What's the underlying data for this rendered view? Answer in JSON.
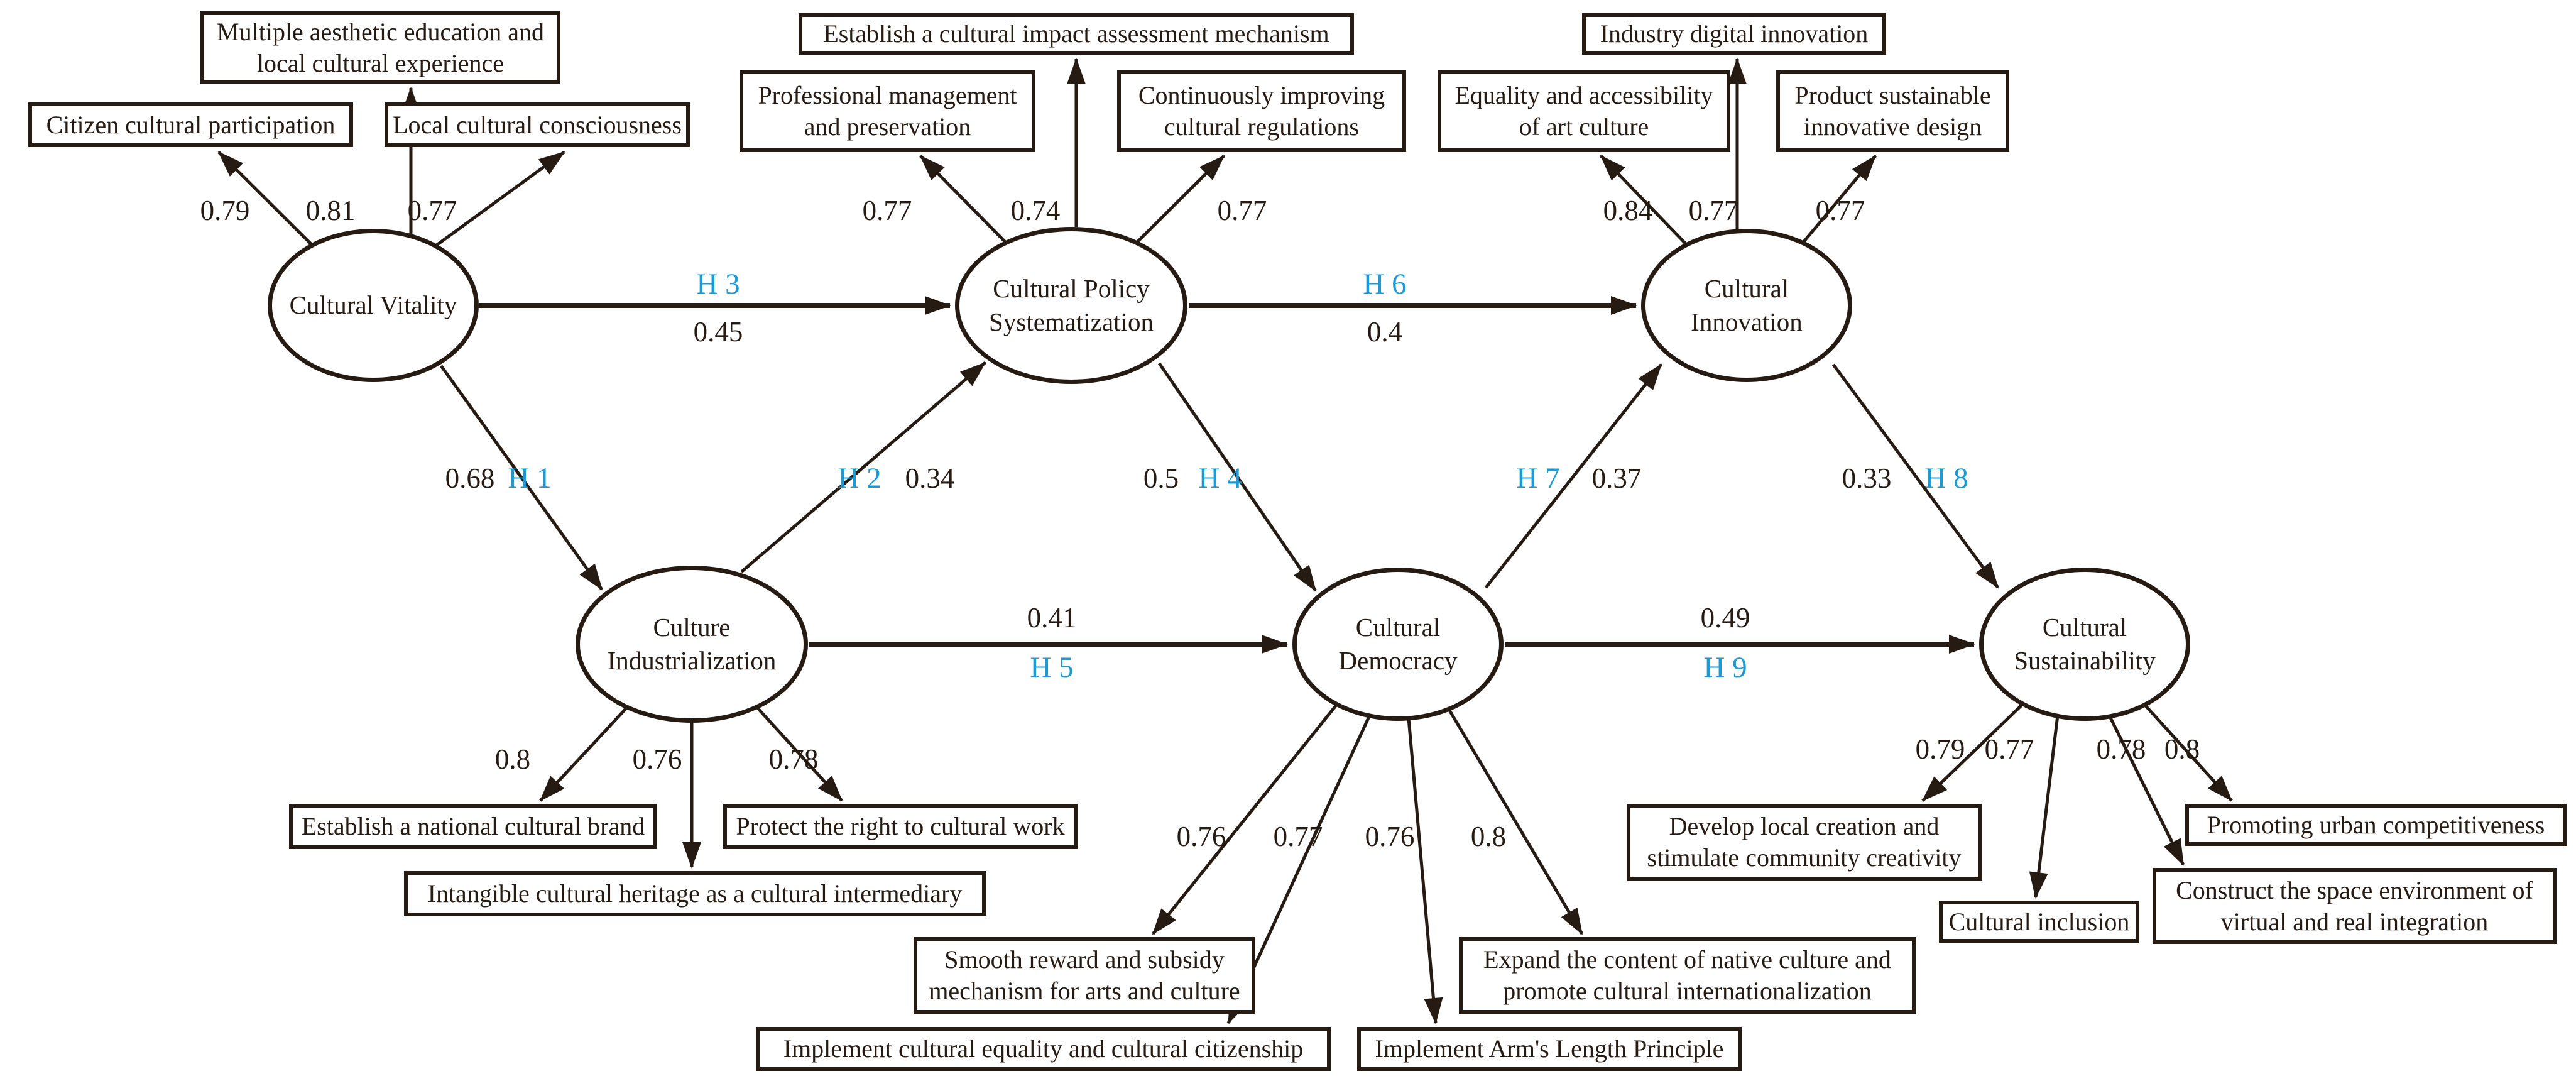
{
  "colors": {
    "ink": "#261b13",
    "hypothesis_blue": "#1b9ad6",
    "background": "#ffffff"
  },
  "latents": [
    {
      "label": "Cultural Vitality"
    },
    {
      "label": "Cultural Policy\nSystematization"
    },
    {
      "label": "Cultural\nInnovation"
    },
    {
      "label": "Culture\nIndustrialization"
    },
    {
      "label": "Cultural\nDemocracy"
    },
    {
      "label": "Cultural\nSustainability"
    }
  ],
  "indicators": [
    {
      "label": "Multiple aesthetic education and\nlocal cultural experience",
      "loading": "0.81"
    },
    {
      "label": "Citizen cultural participation",
      "loading": "0.79"
    },
    {
      "label": "Local cultural consciousness",
      "loading": "0.77"
    },
    {
      "label": "Establish a cultural impact assessment mechanism",
      "loading": "0.74"
    },
    {
      "label": "Professional management\nand preservation",
      "loading": "0.77"
    },
    {
      "label": "Continuously improving\ncultural regulations",
      "loading": "0.77"
    },
    {
      "label": "Industry digital innovation",
      "loading": "0.77"
    },
    {
      "label": "Equality and accessibility\nof art culture",
      "loading": "0.84"
    },
    {
      "label": "Product sustainable\ninnovative design",
      "loading": "0.77"
    },
    {
      "label": "Establish a national cultural brand",
      "loading": "0.8"
    },
    {
      "label": "Intangible cultural heritage as a cultural intermediary",
      "loading": "0.76"
    },
    {
      "label": "Protect the right to cultural work",
      "loading": "0.78"
    },
    {
      "label": "Smooth reward and subsidy\nmechanism for arts and culture",
      "loading": "0.76"
    },
    {
      "label": "Implement cultural equality and cultural citizenship",
      "loading": "0.77"
    },
    {
      "label": "Implement Arm's Length Principle",
      "loading": "0.76"
    },
    {
      "label": "Expand the content of native culture and\npromote cultural internationalization",
      "loading": "0.8"
    },
    {
      "label": "Develop local creation and\nstimulate community creativity",
      "loading": "0.79"
    },
    {
      "label": "Cultural inclusion",
      "loading": "0.77"
    },
    {
      "label": "Construct the space environment of\nvirtual and real integration",
      "loading": "0.78"
    },
    {
      "label": "Promoting urban competitiveness",
      "loading": "0.8"
    }
  ],
  "paths": [
    {
      "hypothesis": "H 1",
      "coefficient": "0.68",
      "from": "Cultural Vitality",
      "to": "Culture Industrialization"
    },
    {
      "hypothesis": "H 2",
      "coefficient": "0.34",
      "from": "Culture Industrialization",
      "to": "Cultural Policy Systematization"
    },
    {
      "hypothesis": "H 3",
      "coefficient": "0.45",
      "from": "Cultural Vitality",
      "to": "Cultural Policy Systematization"
    },
    {
      "hypothesis": "H 4",
      "coefficient": "0.5",
      "from": "Cultural Policy Systematization",
      "to": "Cultural Democracy"
    },
    {
      "hypothesis": "H 5",
      "coefficient": "0.41",
      "from": "Culture Industrialization",
      "to": "Cultural Democracy"
    },
    {
      "hypothesis": "H 6",
      "coefficient": "0.4",
      "from": "Cultural Policy Systematization",
      "to": "Cultural Innovation"
    },
    {
      "hypothesis": "H 7",
      "coefficient": "0.37",
      "from": "Cultural Democracy",
      "to": "Cultural Innovation"
    },
    {
      "hypothesis": "H 8",
      "coefficient": "0.33",
      "from": "Cultural Innovation",
      "to": "Cultural Sustainability"
    },
    {
      "hypothesis": "H 9",
      "coefficient": "0.49",
      "from": "Cultural Democracy",
      "to": "Cultural Sustainability"
    }
  ]
}
